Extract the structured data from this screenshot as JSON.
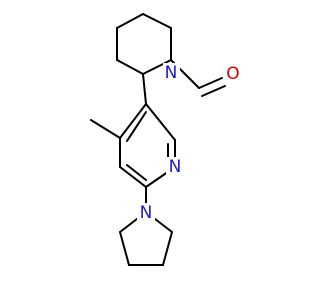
{
  "molecule": {
    "atoms": {
      "n_piperidine": "N",
      "o_formyl": "O",
      "n_pyridine": "N",
      "n_pyrrolidine": "N"
    },
    "colors": {
      "bond": "#000000",
      "nitrogen": "#1a1acc",
      "oxygen": "#d40000",
      "background": "#ffffff"
    }
  }
}
